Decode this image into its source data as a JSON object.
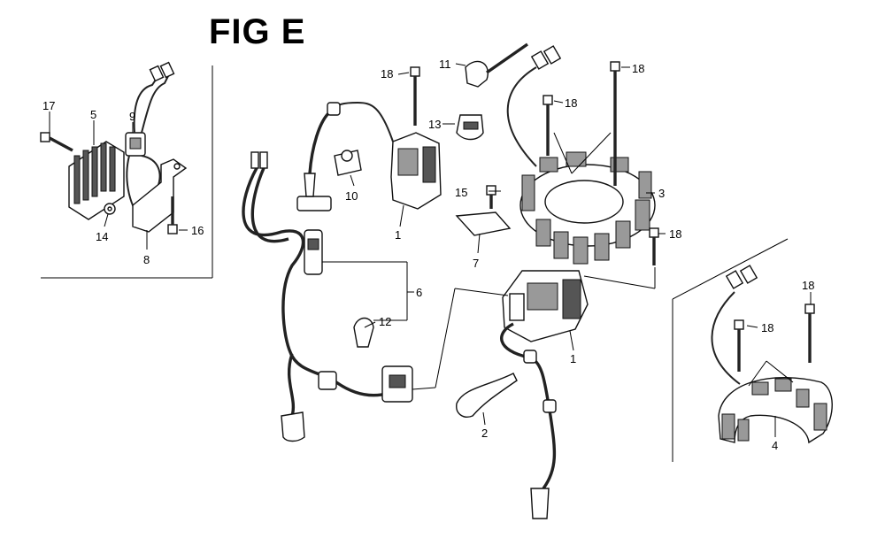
{
  "figure": {
    "title": "FIG E",
    "callouts": [
      {
        "id": "c17",
        "text": "17"
      },
      {
        "id": "c5",
        "text": "5"
      },
      {
        "id": "c9",
        "text": "9"
      },
      {
        "id": "c14",
        "text": "14"
      },
      {
        "id": "c8",
        "text": "8"
      },
      {
        "id": "c16",
        "text": "16"
      },
      {
        "id": "c18a",
        "text": "18"
      },
      {
        "id": "c10",
        "text": "10"
      },
      {
        "id": "c1a",
        "text": "1"
      },
      {
        "id": "c11",
        "text": "11"
      },
      {
        "id": "c13",
        "text": "13"
      },
      {
        "id": "c18b",
        "text": "18"
      },
      {
        "id": "c18c",
        "text": "18"
      },
      {
        "id": "c3",
        "text": "3"
      },
      {
        "id": "c15",
        "text": "15"
      },
      {
        "id": "c7",
        "text": "7"
      },
      {
        "id": "c18d",
        "text": "18"
      },
      {
        "id": "c6",
        "text": "6"
      },
      {
        "id": "c12",
        "text": "12"
      },
      {
        "id": "c1b",
        "text": "1"
      },
      {
        "id": "c2",
        "text": "2"
      },
      {
        "id": "c18e",
        "text": "18"
      },
      {
        "id": "c18f",
        "text": "18"
      },
      {
        "id": "c4",
        "text": "4"
      }
    ]
  }
}
